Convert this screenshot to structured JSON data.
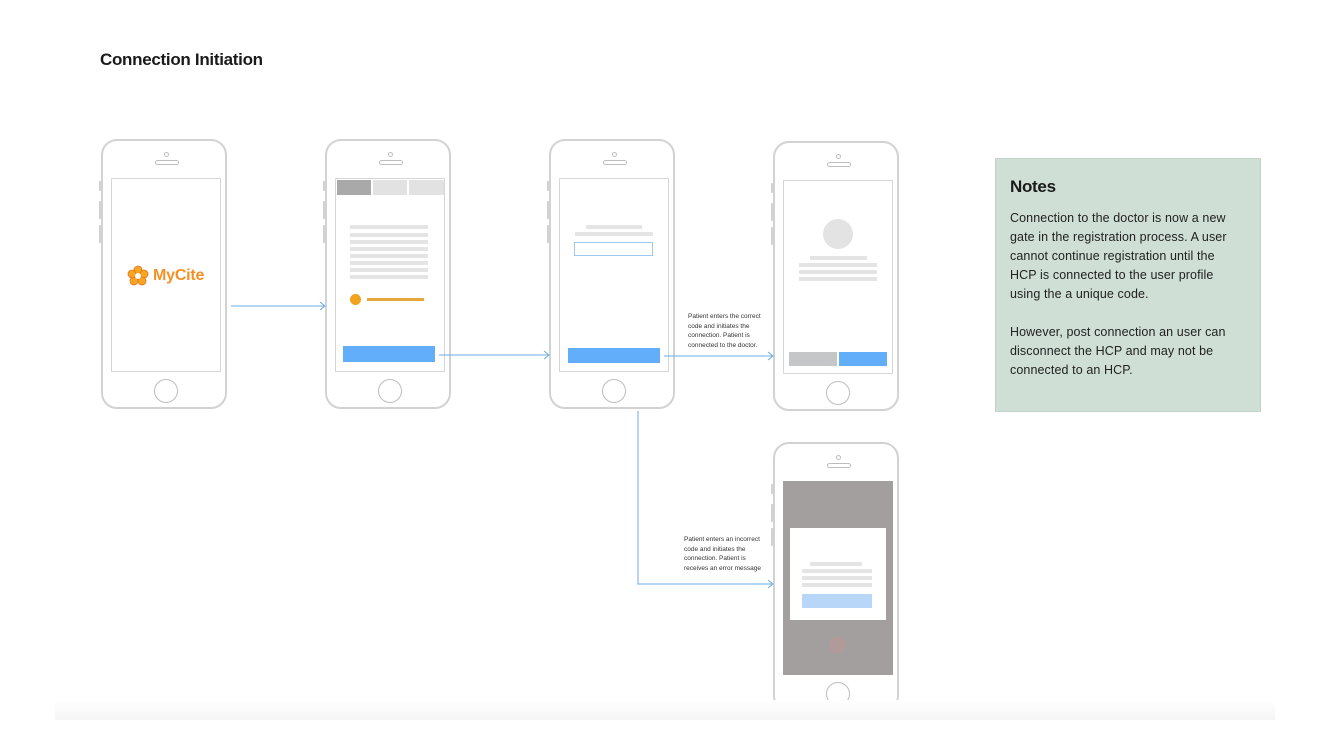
{
  "page": {
    "title": "Connection Initiation"
  },
  "colors": {
    "accent_blue": "#63aefb",
    "brand_orange": "#f29226",
    "notes_bg": "#cfdfd5",
    "arrow": "#6aaee8"
  },
  "screens": {
    "splash": {
      "logo_text": "MyCite",
      "logo_icon": "flower-logo-icon"
    },
    "code_entry": {},
    "connected": {},
    "error": {}
  },
  "annotations": {
    "success": [
      "Patient enters the correct",
      "code and initiates the",
      "connection. Patient is",
      "connected to the doctor."
    ],
    "error": [
      "Patient enters an  incorrect",
      "code and initiates the",
      "connection. Patient is",
      "receives an error message"
    ]
  },
  "notes": {
    "title": "Notes",
    "paragraph1_lines": [
      "Connection to the doctor is now a new",
      "gate in the registration process. A user",
      "cannot continue registration until the",
      "HCP is connected to the user profile",
      "using the a unique code."
    ],
    "paragraph2_lines": [
      "However, post connection an user can",
      "disconnect the HCP and may not be",
      "connected to an HCP."
    ]
  }
}
